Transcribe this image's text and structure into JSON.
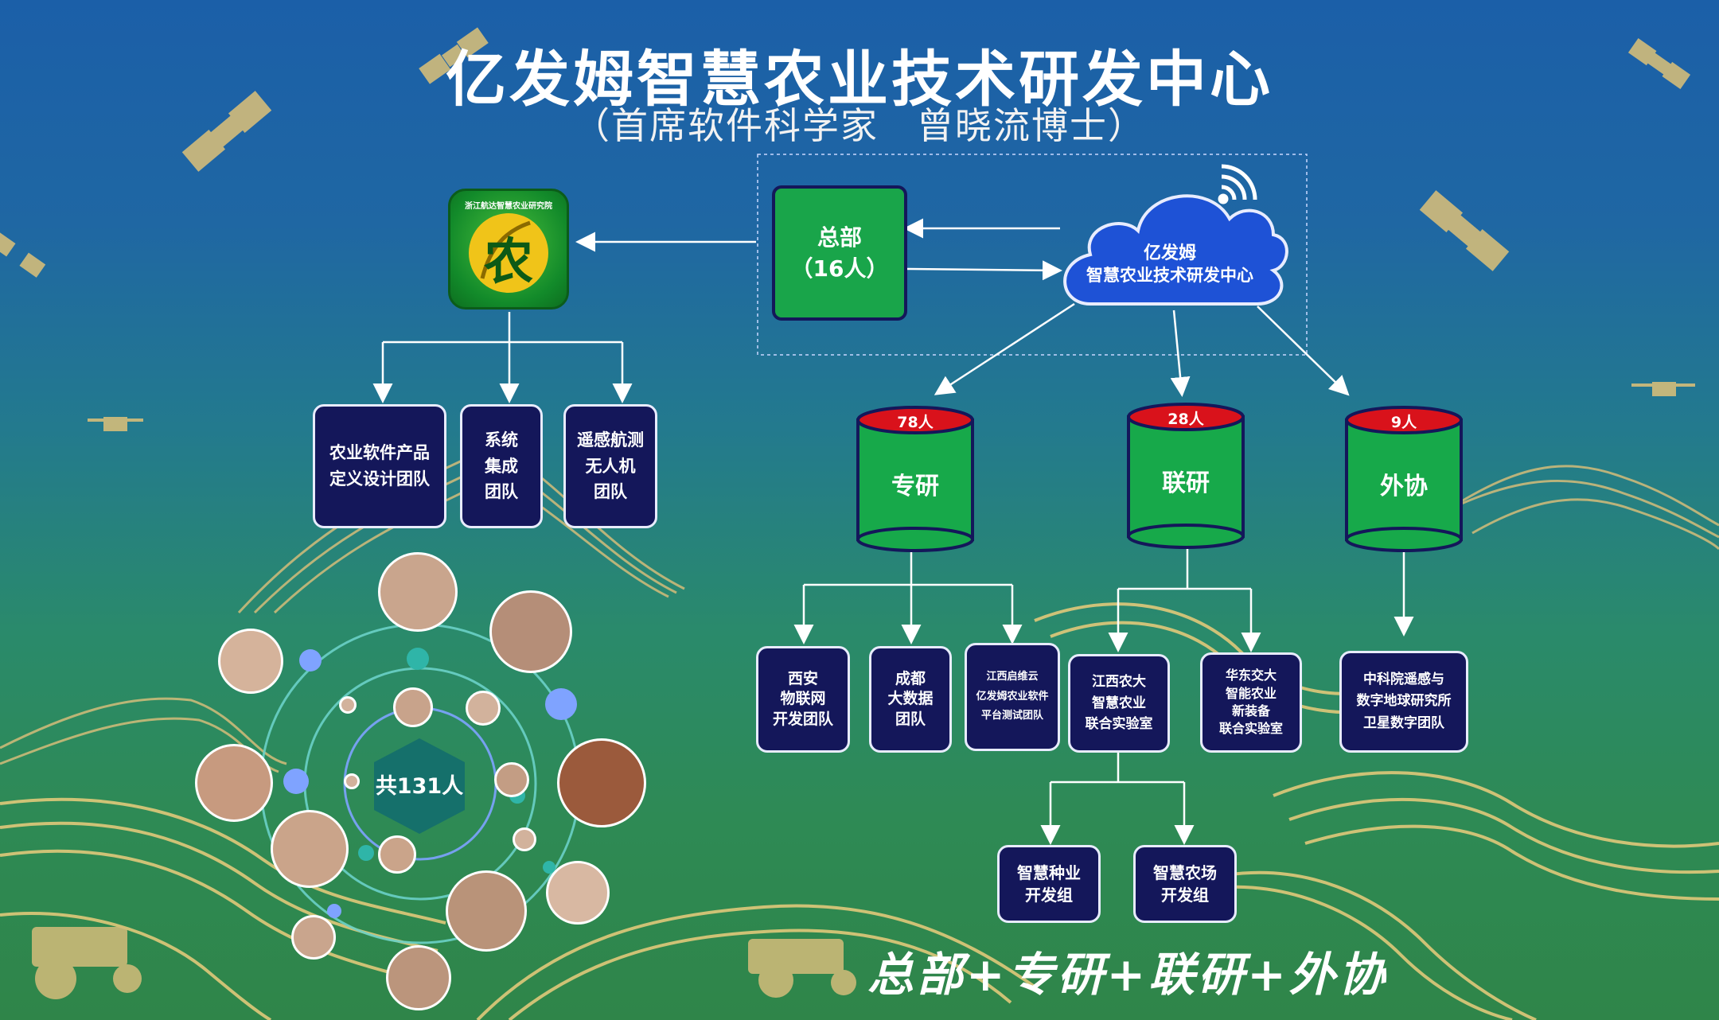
{
  "header": {
    "title": "亿发姆智慧农业技术研发中心",
    "subtitle": "（首席软件科学家　曾晓流博士）"
  },
  "logo": {
    "ring_text": "浙江航达智慧农业研究院",
    "glyph": "农"
  },
  "hq": {
    "label": "总部\n（16人）"
  },
  "cloud": {
    "line1": "亿发姆",
    "line2": "智慧农业技术研发中心"
  },
  "left_teams": [
    {
      "label": "农业软件产品\n定义设计团队"
    },
    {
      "label": "系统\n集成\n团队"
    },
    {
      "label": "遥感航测\n无人机\n团队"
    }
  ],
  "divisions": [
    {
      "name": "专研",
      "count": "78人"
    },
    {
      "name": "联研",
      "count": "28人"
    },
    {
      "name": "外协",
      "count": "9人"
    }
  ],
  "sub_teams": [
    {
      "label": "西安\n物联网\n开发团队"
    },
    {
      "label": "成都\n大数据\n团队"
    },
    {
      "label": "江西启维云\n亿发姆农业软件\n平台测试团队"
    },
    {
      "label": "江西农大\n智慧农业\n联合实验室"
    },
    {
      "label": "华东交大\n智能农业\n新装备\n联合实验室"
    },
    {
      "label": "中科院遥感与\n数字地球研究所\n卫星数字团队"
    }
  ],
  "groups": [
    {
      "label": "智慧种业\n开发组"
    },
    {
      "label": "智慧农场\n开发组"
    }
  ],
  "people": {
    "total": "共131人"
  },
  "slogan": "总部+专研+联研+外协",
  "colors": {
    "bg_top": "#1b5fa8",
    "bg_bottom": "#2f8549",
    "box_fill": "#14175a",
    "hq_green": "#19a54a",
    "cylinder_green": "#17a94a",
    "cylinder_cap": "#d9121b",
    "cloud_blue": "#1e52d6",
    "gold": "#d4bd7a"
  }
}
